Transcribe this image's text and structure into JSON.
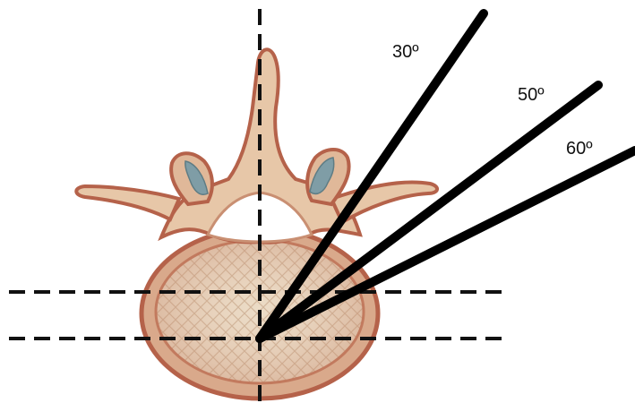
{
  "diagram": {
    "subject": "vertebra-axial-view",
    "lines": {
      "color": "#000000",
      "dash_color": "#111111"
    },
    "angles": [
      {
        "label": "30º",
        "degrees": 30
      },
      {
        "label": "50º",
        "degrees": 50
      },
      {
        "label": "60º",
        "degrees": 60
      }
    ],
    "colors": {
      "bone_outline": "#b5624a",
      "bone_fill": "#e7c7a8",
      "body_fill": "#ead9c3",
      "cartilage": "#7f9da6"
    }
  }
}
